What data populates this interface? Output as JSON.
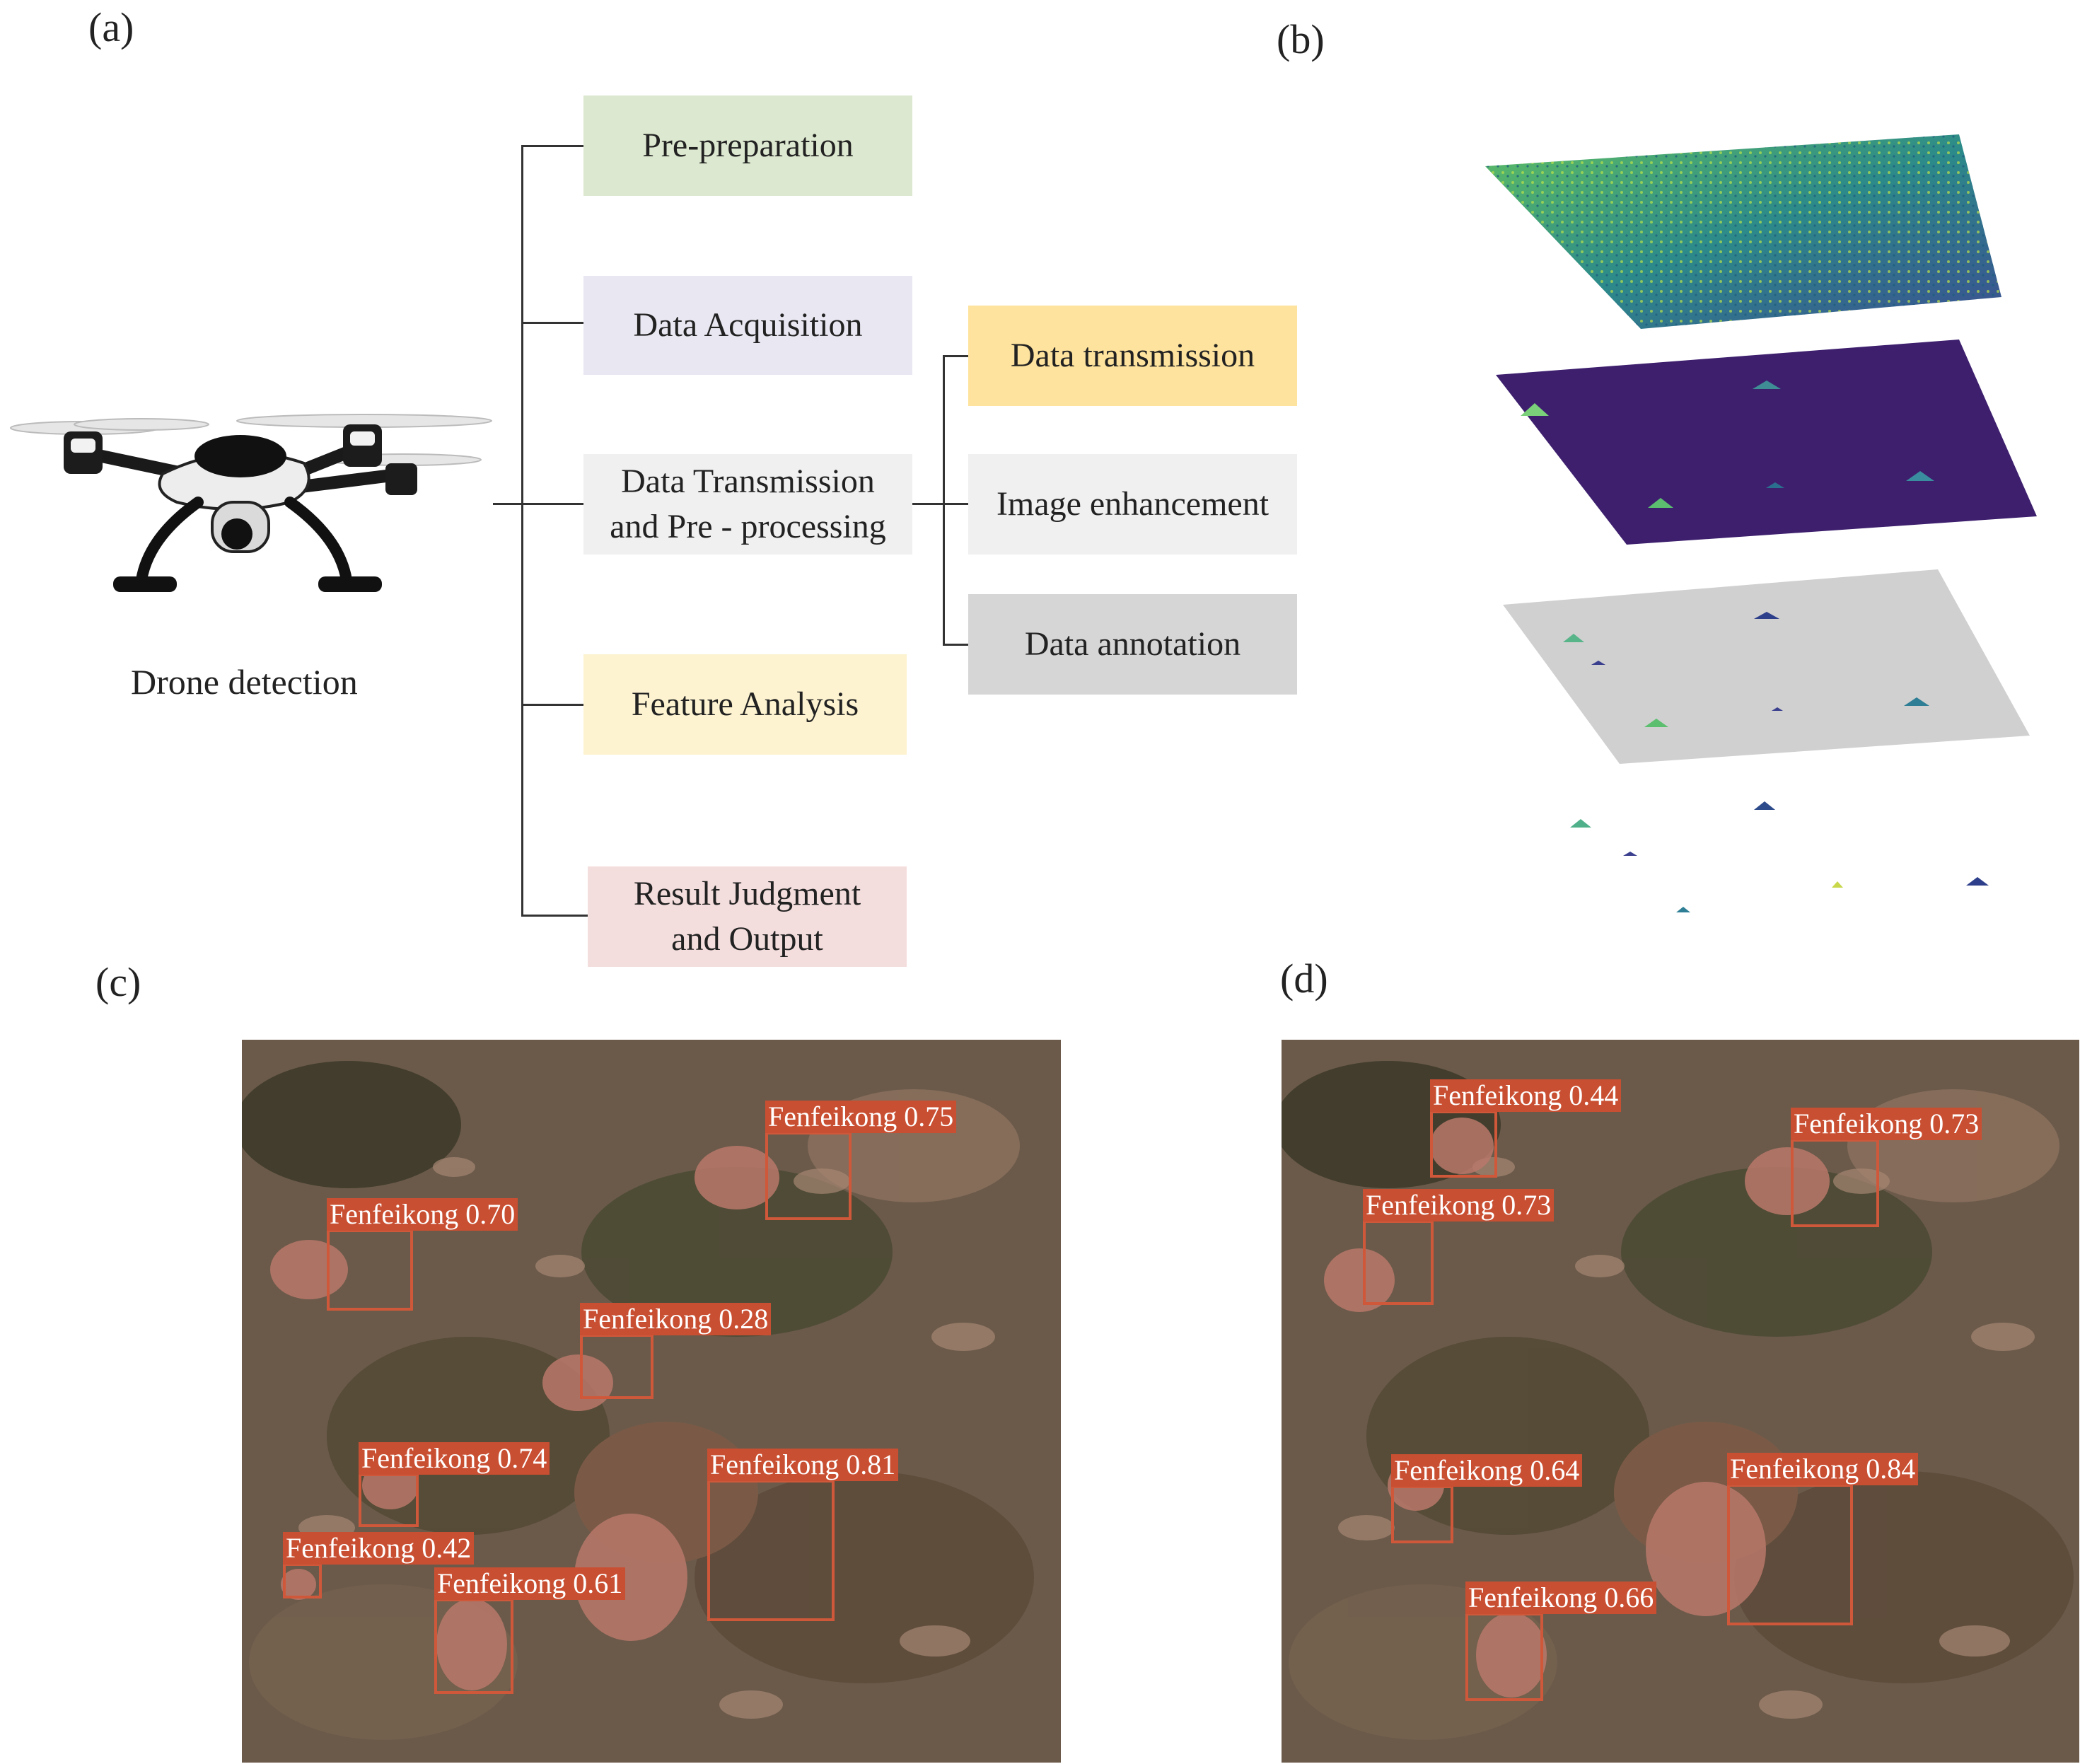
{
  "panels": {
    "a": "(a)",
    "b": "(b)",
    "c": "(c)",
    "d": "(d)"
  },
  "drone_caption": "Drone detection",
  "flowchart": {
    "steps": [
      {
        "label": "Pre-preparation",
        "color": "#dce8cf"
      },
      {
        "label": "Data Acquisition",
        "color": "#e9e7f1"
      },
      {
        "label": "Data Transmission\nand Pre - processing",
        "color": "#f0f0f0"
      },
      {
        "label": "Feature Analysis",
        "color": "#fdf3d0"
      },
      {
        "label": "Result Judgment\nand Output",
        "color": "#f4dedd"
      }
    ],
    "substeps": [
      {
        "label": "Data transmission",
        "color": "#fde39d"
      },
      {
        "label": "Image enhancement",
        "color": "#f0f0f0"
      },
      {
        "label": "Data annotation",
        "color": "#d6d6d6"
      }
    ]
  },
  "detections_c": [
    {
      "label": "Fenfeikong 0.75"
    },
    {
      "label": "Fenfeikong 0.70"
    },
    {
      "label": "Fenfeikong 0.28"
    },
    {
      "label": "Fenfeikong 0.74"
    },
    {
      "label": "Fenfeikong 0.81"
    },
    {
      "label": "Fenfeikong 0.42"
    },
    {
      "label": "Fenfeikong 0.61"
    }
  ],
  "detections_d": [
    {
      "label": "Fenfeikong 0.44"
    },
    {
      "label": "Fenfeikong 0.73"
    },
    {
      "label": "Fenfeikong 0.73"
    },
    {
      "label": "Fenfeikong 0.64"
    },
    {
      "label": "Fenfeikong 0.84"
    },
    {
      "label": "Fenfeikong 0.66"
    }
  ]
}
